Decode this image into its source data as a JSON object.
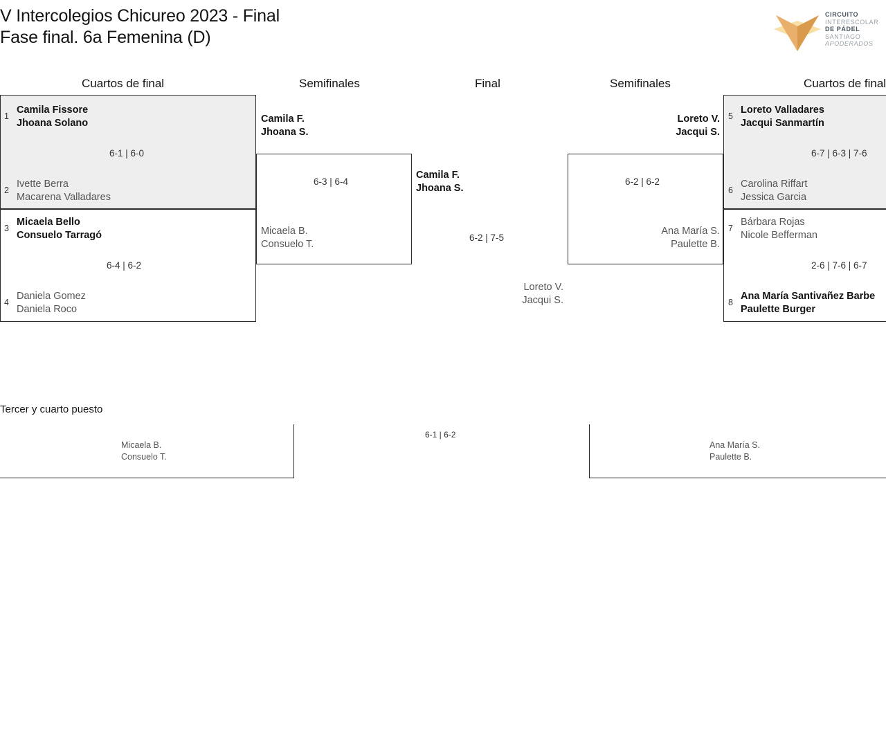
{
  "header": {
    "title_line1": "V Intercolegios Chicureo 2023 - Final",
    "title_line2": "Fase final. 6a Femenina (D)",
    "logo": {
      "line1": "CIRCUITO",
      "line2": "INTERESCOLAR",
      "line3": "DE PÁDEL",
      "line4": "SANTIAGO",
      "line5": "APODERADOS",
      "mark_color_dark": "#d99a4e",
      "mark_color_mid": "#e8b06a",
      "mark_color_light": "#f7dfa5"
    }
  },
  "round_headers": {
    "qf_left": "Cuartos de final",
    "sf_left": "Semifinales",
    "final": "Final",
    "sf_right": "Semifinales",
    "qf_right": "Cuartos de final"
  },
  "bracket": {
    "qf": [
      {
        "id": "qf1",
        "side": "left",
        "shaded": true,
        "score": "6-1 | 6-0",
        "top": {
          "seed": "1",
          "line1": "Camila Fissore",
          "line2": "Jhoana Solano",
          "winner": true
        },
        "bottom": {
          "seed": "2",
          "line1": "Ivette Berra",
          "line2": "Macarena Valladares",
          "winner": false
        }
      },
      {
        "id": "qf2",
        "side": "left",
        "shaded": false,
        "score": "6-4 | 6-2",
        "top": {
          "seed": "3",
          "line1": "Micaela Bello",
          "line2": "Consuelo Tarragó",
          "winner": true
        },
        "bottom": {
          "seed": "4",
          "line1": "Daniela Gomez",
          "line2": "Daniela Roco",
          "winner": false
        }
      },
      {
        "id": "qf3",
        "side": "right",
        "shaded": true,
        "score": "6-7 | 6-3 | 7-6",
        "top": {
          "seed": "5",
          "line1": "Loreto Valladares",
          "line2": "Jacqui Sanmartín",
          "winner": true
        },
        "bottom": {
          "seed": "6",
          "line1": "Carolina Riffart",
          "line2": "Jessica Garcia",
          "winner": false
        }
      },
      {
        "id": "qf4",
        "side": "right",
        "shaded": false,
        "score": "2-6 | 7-6 | 6-7",
        "top": {
          "seed": "7",
          "line1": "Bárbara Rojas",
          "line2": "Nicole Befferman",
          "winner": false
        },
        "bottom": {
          "seed": "8",
          "line1": "Ana María Santivañez Barbe",
          "line2": "Paulette Burger",
          "winner": true
        }
      }
    ],
    "sf": [
      {
        "id": "sf-left",
        "side": "left",
        "score": "6-3 | 6-4",
        "top": {
          "line1": "Camila F.",
          "line2": "Jhoana S.",
          "winner": true
        },
        "bottom": {
          "line1": "Micaela B.",
          "line2": "Consuelo T.",
          "winner": false
        }
      },
      {
        "id": "sf-right",
        "side": "right",
        "score": "6-2 | 6-2",
        "top": {
          "line1": "Loreto V.",
          "line2": "Jacqui S.",
          "winner": true
        },
        "bottom": {
          "line1": "Ana María S.",
          "line2": "Paulette B.",
          "winner": false
        }
      }
    ],
    "final": {
      "id": "final",
      "score": "6-2 | 7-5",
      "top": {
        "line1": "Camila F.",
        "line2": "Jhoana S.",
        "winner": true
      },
      "bottom": {
        "line1": "Loreto V.",
        "line2": "Jacqui S.",
        "winner": false
      }
    }
  },
  "third_place": {
    "title": "Tercer y cuarto puesto",
    "score": "6-1 | 6-2",
    "left": {
      "line1": "Micaela B.",
      "line2": "Consuelo T."
    },
    "right": {
      "line1": "Ana María S.",
      "line2": "Paulette B."
    }
  }
}
